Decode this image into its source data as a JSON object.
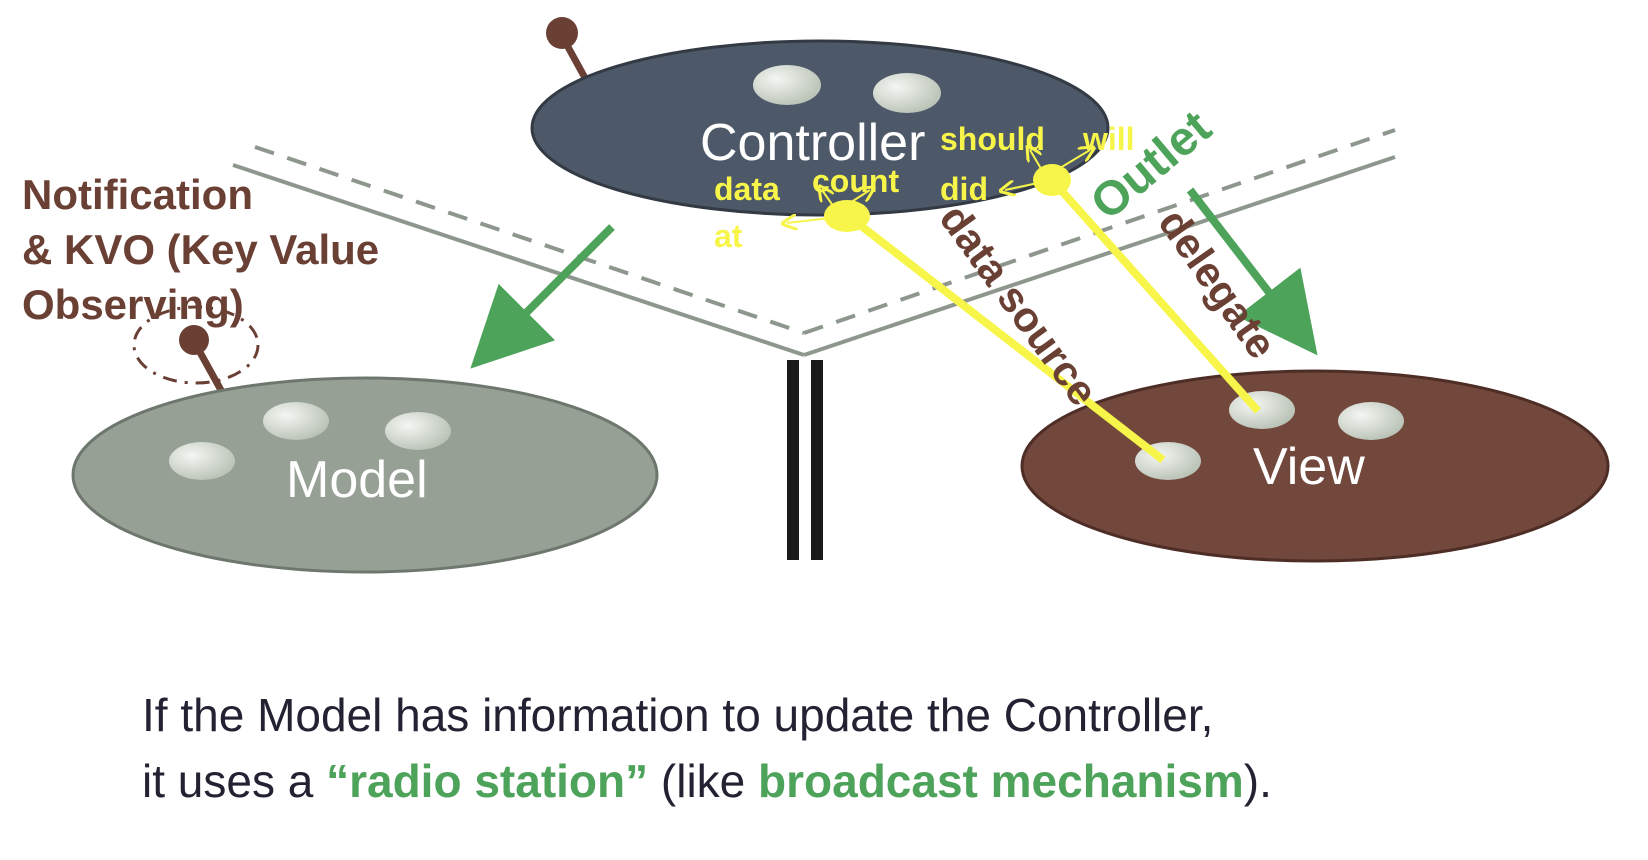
{
  "nodes": {
    "controller": "Controller",
    "model": "Model",
    "view": "View"
  },
  "labels": {
    "notification": [
      "Notification",
      "& KVO (Key Value",
      "Observing)"
    ],
    "outlet": "Outlet",
    "data_source": "data source",
    "delegate": "delegate",
    "data_source_methods": {
      "count": "count",
      "data": "data",
      "at": "at"
    },
    "delegate_methods": {
      "should": "should",
      "will": "will",
      "did": "did"
    }
  },
  "caption": {
    "line1": "If the Model has information to update the Controller,",
    "line2_prefix": "it uses a ",
    "line2_highlight1": "“radio station”",
    "line2_middle": " (like ",
    "line2_highlight2": "broadcast mechanism",
    "line2_suffix": ")."
  },
  "colors": {
    "controller": "#4d5868",
    "model": "#96a095",
    "view": "#72483d",
    "arrow_green": "#4ea35a",
    "highlight_yellow": "#f7f54a",
    "label_brown": "#6b4034",
    "lane_gray": "#8e978d"
  }
}
